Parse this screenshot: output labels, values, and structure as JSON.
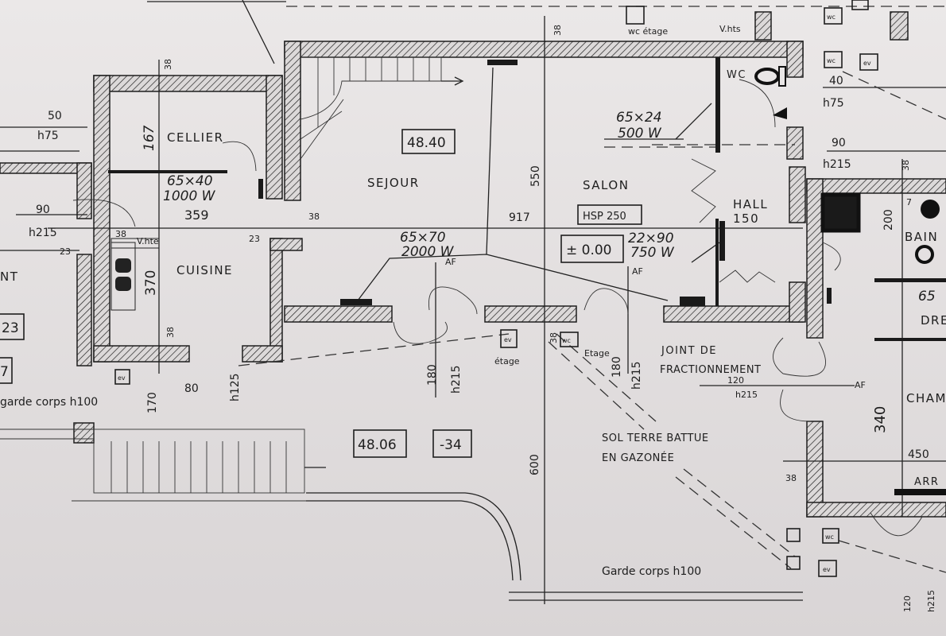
{
  "title": "Plan rez-de-chaussée",
  "rooms": {
    "cellier": "CELLIER",
    "cuisine": "CUISINE",
    "sejour": "SEJOUR",
    "salon": "SALON",
    "hall": "HALL",
    "hall_dim": "150",
    "wc": "WC",
    "bain": "BAIN",
    "chambre": "CHAM",
    "left_room": "NT",
    "dressing": "DRE"
  },
  "levels": {
    "sejour_level": "48.40",
    "hsp": "HSP 250",
    "zero": "± 0.00",
    "outside_level": "48.06",
    "outside_offset": "-34",
    "left_23": "23",
    "left_7": "7"
  },
  "radiators": {
    "cellier": [
      "65×40",
      "1000 W"
    ],
    "sejour": [
      "65×70",
      "2000 W"
    ],
    "salon": [
      "22×90",
      "750 W"
    ],
    "wc": [
      "65×24",
      "500 W"
    ],
    "bain": [
      "65",
      "DRE"
    ]
  },
  "dimensions": {
    "d917": "917",
    "d550": "550",
    "d370": "370",
    "d167": "167",
    "d359": "359",
    "d600": "600",
    "d180a": "180",
    "h215a": "h215",
    "d180b": "180",
    "h215b": "h215",
    "d80": "80",
    "h125": "h125",
    "d170": "170",
    "d38": "38",
    "d23": "23",
    "d50": "50",
    "h75a": "h75",
    "d90a": "90",
    "h215c": "h215",
    "d40": "40",
    "h75b": "h75",
    "d90b": "90",
    "h215d": "h215",
    "d200": "200",
    "d340": "340",
    "d450": "450",
    "d120": "120",
    "h215e": "h215",
    "d120b": "120",
    "h215f": "h215",
    "d7": "7"
  },
  "annotations": {
    "joint1": "JOINT DE",
    "joint2": "FRACTIONNEMENT",
    "sol1": "SOL TERRE BATTUE",
    "sol2": "EN GAZONÉE",
    "garde_left": "garde corps h100",
    "garde_right": "Garde corps h100",
    "wc_etage": "wc étage",
    "vhts": "V.hts",
    "vhte": "V.hte",
    "etage1": "étage",
    "etage2": "Etage",
    "af": "AF",
    "ev": "ev",
    "wc_small": "wc",
    "arr": "ARR"
  }
}
